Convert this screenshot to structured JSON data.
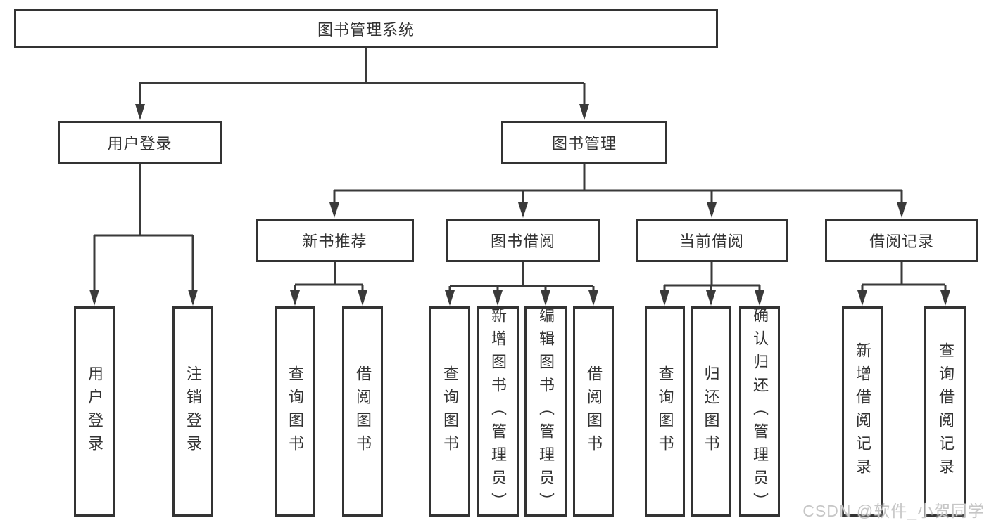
{
  "tree": {
    "label": "图书管理系统",
    "children": [
      {
        "label": "用户登录",
        "children": [
          {
            "label": "用户登录"
          },
          {
            "label": "注销登录"
          }
        ]
      },
      {
        "label": "图书管理",
        "children": [
          {
            "label": "新书推荐",
            "children": [
              {
                "label": "查询图书"
              },
              {
                "label": "借阅图书"
              }
            ]
          },
          {
            "label": "图书借阅",
            "children": [
              {
                "label": "查询图书"
              },
              {
                "label": "新增图书（管理员）"
              },
              {
                "label": "编辑图书（管理员）"
              },
              {
                "label": "借阅图书"
              }
            ]
          },
          {
            "label": "当前借阅",
            "children": [
              {
                "label": "查询图书"
              },
              {
                "label": "归还图书"
              },
              {
                "label": "确认归还（管理员）"
              }
            ]
          },
          {
            "label": "借阅记录",
            "children": [
              {
                "label": "新增借阅记录"
              },
              {
                "label": "查询借阅记录"
              }
            ]
          }
        ]
      }
    ]
  },
  "watermark": {
    "text": "CSDN @软件_小贺同学"
  },
  "colors": {
    "line": "#3a3a3a",
    "box_border": "#333333",
    "text": "#333333",
    "background": "#ffffff",
    "watermark": "#c6c6c6"
  }
}
